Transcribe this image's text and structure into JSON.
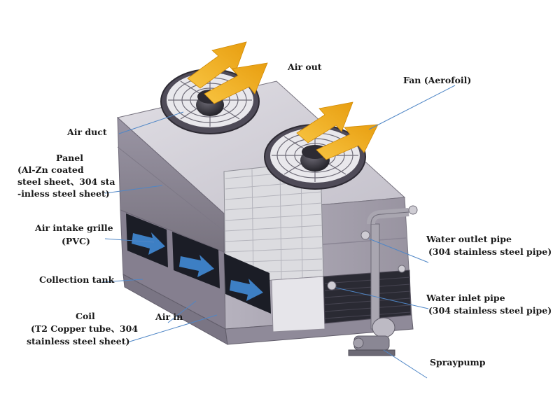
{
  "labels": {
    "air_out": "Air out",
    "fan": "Fan (Aerofoil)",
    "air_duct": "Air duct",
    "panel": [
      "Panel",
      "(Al-Zn coated",
      "steel sheet、304 sta",
      "-inless steel sheet)"
    ],
    "air_intake_grille": [
      "Air intake grille",
      "(PVC)"
    ],
    "collection_tank": "Collection tank",
    "coil": [
      "Coil",
      "(T2 Copper tube、304",
      "stainless steel sheet)"
    ],
    "air_in": "Air in",
    "water_outlet_pipe": [
      "Water outlet pipe",
      "(304 stainless steel pipe)"
    ],
    "water_inlet_pipe": [
      "Water inlet pipe",
      "(304 stainless steel pipe)"
    ],
    "spraypump": "Spraypump"
  },
  "colors": {
    "body_front": "#8a8594",
    "body_side": "#aaa5b3",
    "body_top": "#d3d1d8",
    "fan_ring": "#5c5866",
    "grille": "#1b1d26",
    "intake_arrow": "#3d7fc4",
    "air_arrow": "#f2b21a",
    "leader_line": "#4f86c6"
  }
}
